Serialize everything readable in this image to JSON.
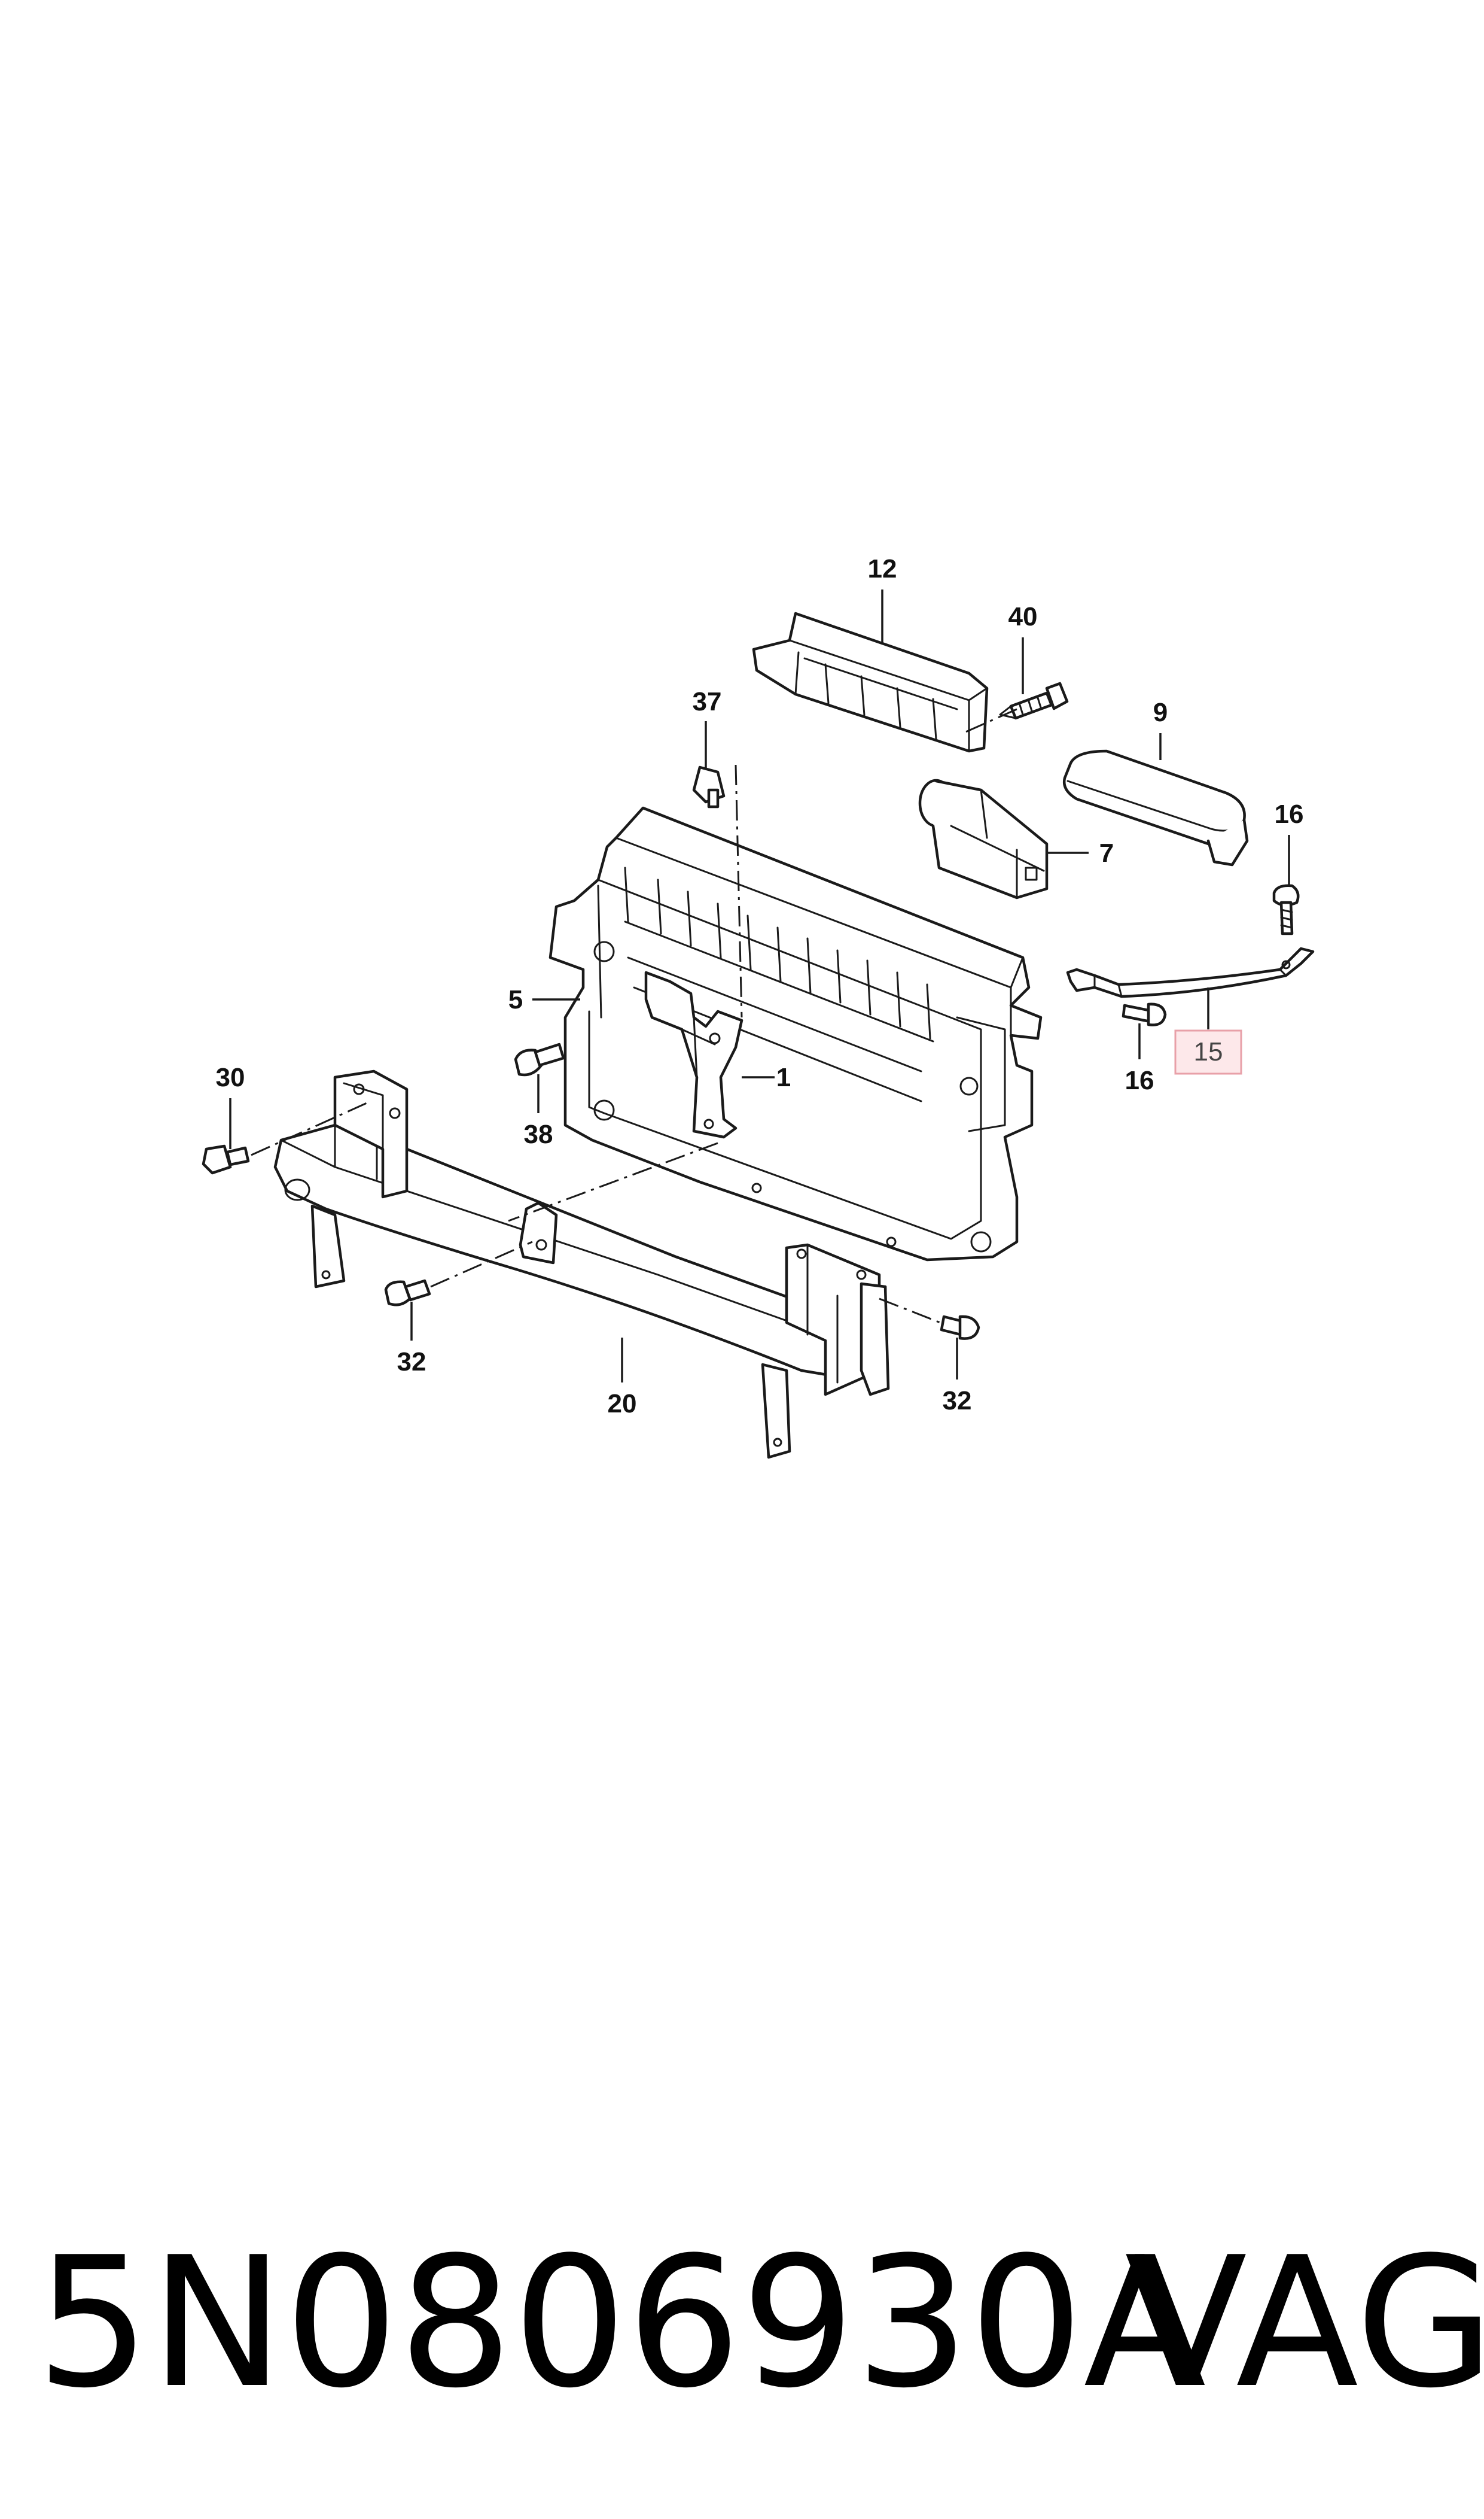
{
  "callouts": {
    "c12": "12",
    "c40": "40",
    "c37": "37",
    "c9": "9",
    "c16a": "16",
    "c7": "7",
    "c5": "5",
    "c1": "1",
    "c38": "38",
    "c15": "15",
    "c16b": "16",
    "c30": "30",
    "c32a": "32",
    "c20": "20",
    "c32b": "32"
  },
  "highlight": {
    "color": "#e8a0a8",
    "fill": "#fde8ea"
  },
  "footer": {
    "part_number": "5N0806930A",
    "brand": "VAG"
  }
}
